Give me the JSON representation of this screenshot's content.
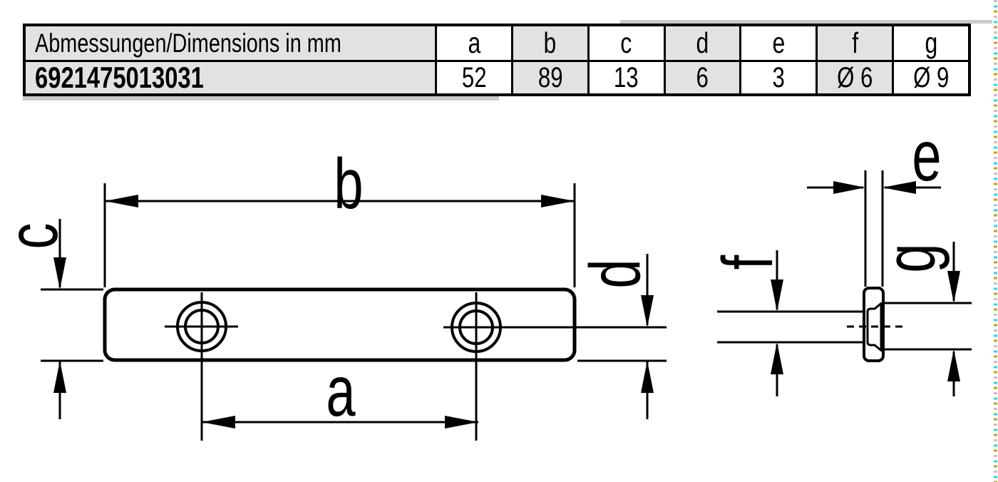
{
  "table": {
    "header_label": "Abmessungen/Dimensions in mm",
    "part_number": "6921475013031",
    "columns": [
      {
        "label": "a",
        "value": "52"
      },
      {
        "label": "b",
        "value": "89"
      },
      {
        "label": "c",
        "value": "13"
      },
      {
        "label": "d",
        "value": "6"
      },
      {
        "label": "e",
        "value": "3"
      },
      {
        "label": "f",
        "value": "Ø 6"
      },
      {
        "label": "g",
        "value": "Ø 9"
      }
    ]
  },
  "drawing": {
    "labels": {
      "a": "a",
      "b": "b",
      "c": "c",
      "d": "d",
      "e": "e",
      "f": "f",
      "g": "g"
    }
  },
  "colors": {
    "line": "#000000",
    "cell_shading": "#e2e2e2",
    "strip_cyan": "#3ecfe0",
    "strip_olive": "#b3a33e",
    "strip_gray": "#c4c4c4"
  }
}
